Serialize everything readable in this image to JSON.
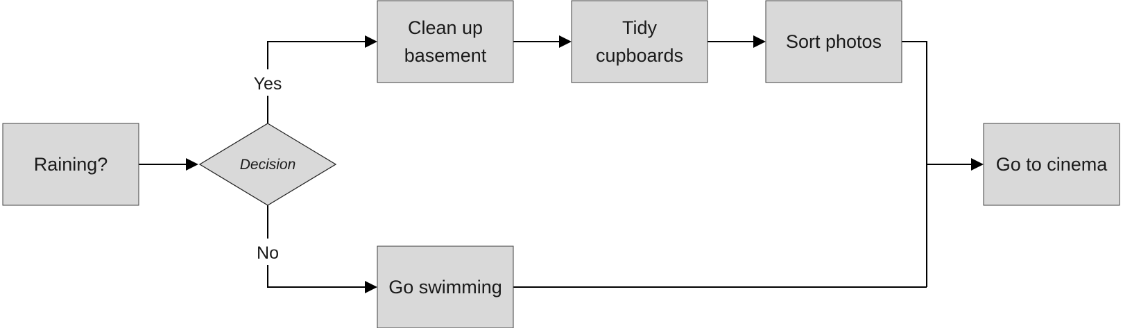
{
  "nodes": {
    "raining": {
      "label": "Raining?"
    },
    "decision": {
      "label": "Decision"
    },
    "basement": {
      "line1": "Clean up",
      "line2": "basement"
    },
    "cupboards": {
      "line1": "Tidy",
      "line2": "cupboards"
    },
    "photos": {
      "label": "Sort photos"
    },
    "swimming": {
      "label": "Go swimming"
    },
    "cinema": {
      "label": "Go to cinema"
    }
  },
  "edges": {
    "yes_label": "Yes",
    "no_label": "No"
  },
  "colors": {
    "box_fill": "#d9d9d9",
    "box_stroke": "#404040",
    "line": "#000000",
    "text": "#1a1a1a"
  }
}
